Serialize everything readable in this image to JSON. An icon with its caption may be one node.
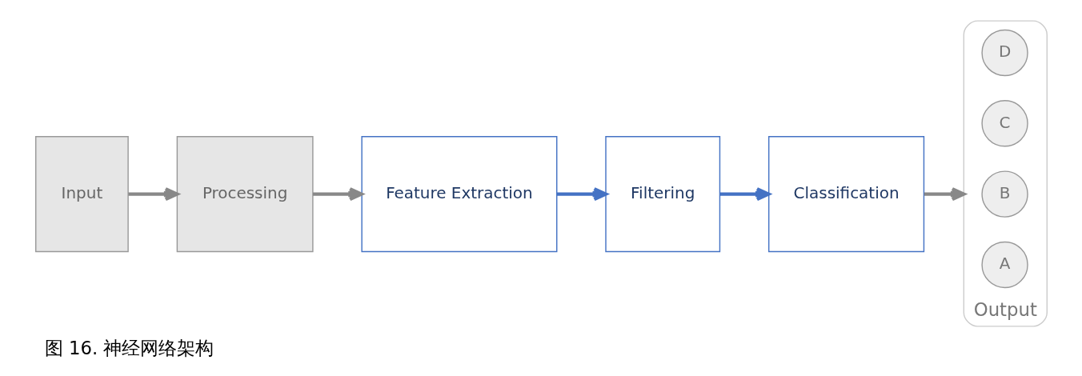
{
  "diagram": {
    "caption": "图 16. 神经网络架构",
    "nodes": [
      {
        "text": [
          "Input"
        ]
      },
      {
        "text": [
          "Processing"
        ]
      },
      {
        "text": [
          "Feature Extraction"
        ]
      },
      {
        "text": [
          "Filtering"
        ]
      },
      {
        "text": [
          "Classification"
        ]
      },
      {
        "text": [
          "Output"
        ]
      },
      {
        "text": [
          "A"
        ],
        "in": 5
      },
      {
        "text": [
          "B"
        ],
        "in": 5
      },
      {
        "text": [
          "C"
        ],
        "in": 5
      },
      {
        "text": [
          "D"
        ],
        "in": 5
      }
    ],
    "edges": [
      {
        "from": 0,
        "to": 1,
        "arrow": "to"
      },
      {
        "from": 1,
        "to": 2,
        "arrow": "to"
      },
      {
        "from": 2,
        "to": 3,
        "arrow": "to",
        "color": "#4472c4"
      },
      {
        "from": 3,
        "to": 4,
        "arrow": "to",
        "color": "#4472c4"
      },
      {
        "from": 4,
        "to": 5,
        "arrow": "to"
      }
    ]
  }
}
